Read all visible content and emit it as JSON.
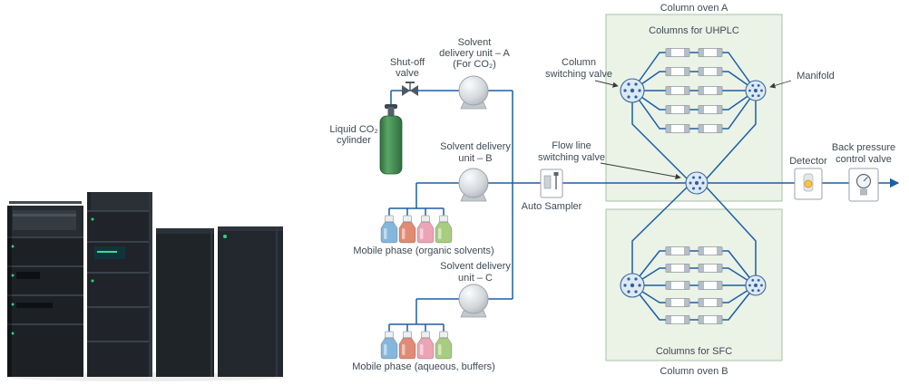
{
  "diagram": {
    "oven_a": {
      "title": "Column oven A",
      "subtitle": "Columns for UHPLC"
    },
    "oven_b": {
      "title": "Column oven B",
      "subtitle": "Columns for SFC"
    },
    "labels": {
      "shutoff": [
        "Shut-off",
        "valve"
      ],
      "pump_a": [
        "Solvent",
        "delivery unit – A",
        "(For CO₂)"
      ],
      "co2": [
        "Liquid CO₂",
        "cylinder"
      ],
      "pump_b": [
        "Solvent delivery",
        "unit – B"
      ],
      "pump_c": [
        "Solvent delivery",
        "unit – C"
      ],
      "mobile_organic": "Mobile phase (organic solvents)",
      "mobile_aqueous": "Mobile phase (aqueous, buffers)",
      "autosampler": "Auto Sampler",
      "flow_valve": [
        "Flow line",
        "switching valve"
      ],
      "column_valve": [
        "Column",
        "switching valve"
      ],
      "manifold": "Manifold",
      "detector": "Detector",
      "bpv": [
        "Back pressure",
        "control valve"
      ]
    },
    "colors": {
      "flow_line": "#1b5ea6",
      "oven_fill": "#eaf3e6",
      "oven_border": "#a9bfa9",
      "valve_fill": "#dce8f4",
      "valve_border": "#39679c",
      "co2_green": "#3c8a4d",
      "detector_cell": "#f6c544",
      "bottle_colors": [
        "#85b7dc",
        "#e18a74",
        "#eba4b6",
        "#a8cc80"
      ]
    }
  }
}
